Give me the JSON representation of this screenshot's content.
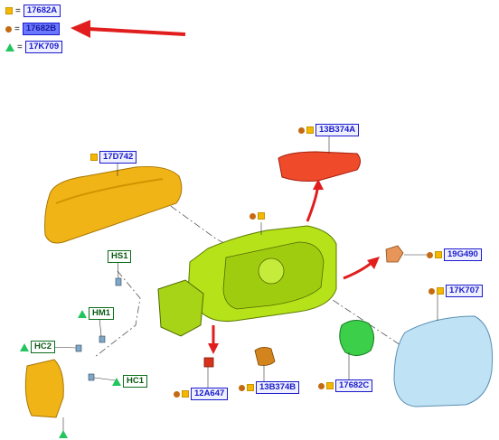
{
  "legend": [
    {
      "symbol": "square",
      "eq": "=",
      "code": "17682A"
    },
    {
      "symbol": "circle",
      "eq": "=",
      "code": "17682B"
    },
    {
      "symbol": "triangle",
      "eq": "=",
      "code": "17K709"
    }
  ],
  "callouts": {
    "c17D742": "17D742",
    "c13B374A": "13B374A",
    "c19G490": "19G490",
    "c17K707": "17K707",
    "cHS1": "HS1",
    "cHM1": "HM1",
    "cHC2": "HC2",
    "cHC1": "HC1",
    "c12A647": "12A647",
    "c13B374B": "13B374B",
    "c17682C": "17682C"
  },
  "colors": {
    "legend_square": "#f5b800",
    "legend_circle": "#c46a10",
    "legend_triangle": "#22c55e",
    "label_blue": "#1a1acd",
    "arrow_red": "#e11d1d",
    "mirror_body": "#b6e21a",
    "cover_yellow": "#f0b417",
    "signal_red": "#ef4b2b",
    "glass_blue": "#bfe2f5"
  }
}
